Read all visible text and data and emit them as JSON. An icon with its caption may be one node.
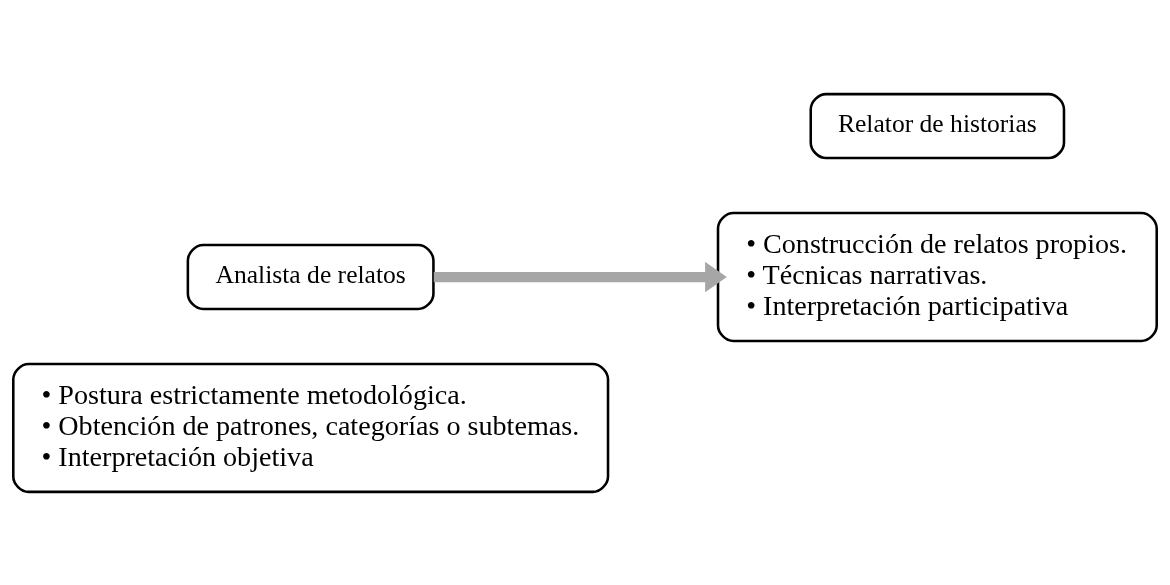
{
  "diagram": {
    "nodes": [
      {
        "text": [
          "• Postura estrictamente metodológica.",
          "• Obtención de patrones, categorías o subtemas.",
          "• Interpretación objetiva"
        ]
      },
      {
        "text": [
          "Analista de relatos"
        ]
      },
      {
        "text": [
          "Relator de historias"
        ]
      },
      {
        "text": [
          "• Construcción de relatos propios.",
          "• Técnicas narrativas.",
          "• Interpretación participativa"
        ]
      }
    ],
    "edges": [
      {
        "from": 1,
        "to": 3,
        "arrow": "to"
      }
    ]
  }
}
